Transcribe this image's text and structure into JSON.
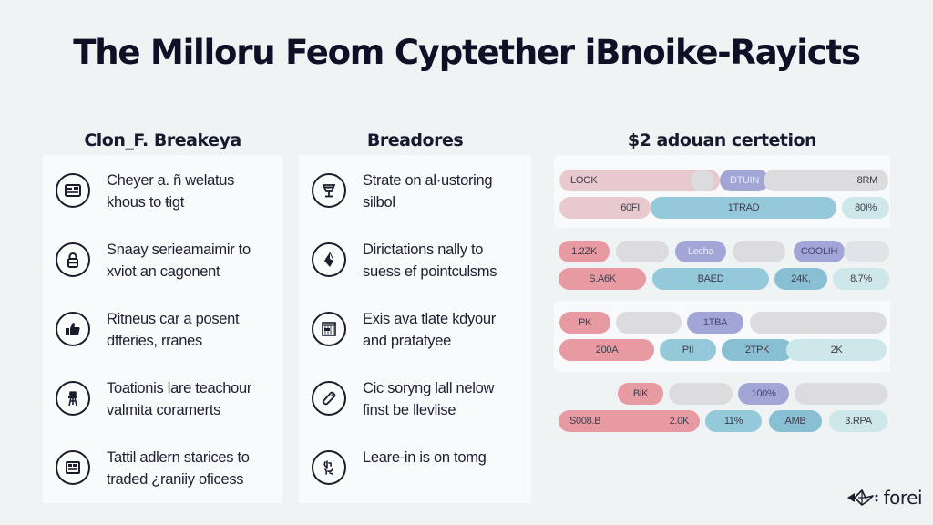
{
  "page": {
    "title": "The Milloru Feom Cyptether iBnoike-Rayicts"
  },
  "columns": {
    "left": {
      "heading": "Clon_F. Breakeya",
      "items": [
        {
          "icon": "card-icon",
          "line1": "Cheyer a. ñ welatus",
          "line2": "khous to ŧigt"
        },
        {
          "icon": "lock-icon",
          "line1": "Snaay serieamaimir to",
          "line2": "xviot an cagonent"
        },
        {
          "icon": "thumbs-up-icon",
          "line1": "Ritneus car a posent",
          "line2": "dfferies, rranes"
        },
        {
          "icon": "tower-icon",
          "line1": "Toationis lare teachour",
          "line2": "valmita coramerts"
        },
        {
          "icon": "screen-icon",
          "line1": "Tattil adlern starices to",
          "line2": "traded ¿raniiy oficess"
        }
      ]
    },
    "middle": {
      "heading": "Breadores",
      "items": [
        {
          "icon": "trophy-icon",
          "line1": "Strate on al·ustoring",
          "line2": "silbol"
        },
        {
          "icon": "ethereum-icon",
          "line1": "Dirictations nally to",
          "line2": "suess ef pointculsms"
        },
        {
          "icon": "chart-board-icon",
          "line1": "Exis ava tlate kdyour",
          "line2": "and pratatyee"
        },
        {
          "icon": "tag-icon",
          "line1": "Cic soryng lall nelow",
          "line2": "finst be llevlise"
        },
        {
          "icon": "symbol-icon",
          "line1": "Leare-in is on tomg",
          "line2": ""
        }
      ]
    },
    "right": {
      "heading": "$2 adouan certetion",
      "panels": [
        {
          "rows": [
            [
              {
                "label": "LOOK",
                "color": "pink-l"
              },
              {
                "label": "",
                "color": "gray"
              },
              {
                "label": "DTUIN",
                "color": "lav"
              },
              {
                "label": "8RM",
                "color": "gray"
              }
            ],
            [
              {
                "label": "60FI",
                "color": "pink-l"
              },
              {
                "label": "1TRAD",
                "color": "blue"
              },
              {
                "label": "80I%",
                "color": "cyan-l"
              }
            ]
          ]
        },
        {
          "rows": [
            [
              {
                "label": "1.2ZK",
                "color": "pink"
              },
              {
                "label": "",
                "color": "gray"
              },
              {
                "label": "Lecha",
                "color": "lav"
              },
              {
                "label": "",
                "color": "gray"
              },
              {
                "label": "COOLIH",
                "color": "lav"
              },
              {
                "label": "",
                "color": "gray"
              }
            ],
            [
              {
                "label": "S.A6K",
                "color": "pink"
              },
              {
                "label": "BAED",
                "color": "blue"
              },
              {
                "label": "24K.",
                "color": "blue-d"
              },
              {
                "label": "8.7%",
                "color": "cyan-l"
              }
            ]
          ]
        },
        {
          "rows": [
            [
              {
                "label": "PK",
                "color": "pink"
              },
              {
                "label": "",
                "color": "gray"
              },
              {
                "label": "1TBA",
                "color": "lav"
              },
              {
                "label": "",
                "color": "gray"
              }
            ],
            [
              {
                "label": "200A",
                "color": "pink"
              },
              {
                "label": "PII",
                "color": "blue"
              },
              {
                "label": "2TPK",
                "color": "blue-d"
              },
              {
                "label": "2K",
                "color": "cyan-l"
              }
            ]
          ]
        },
        {
          "rows": [
            [
              {
                "label": "BiK",
                "color": "pink"
              },
              {
                "label": "",
                "color": "gray"
              },
              {
                "label": "100%",
                "color": "lav"
              },
              {
                "label": "",
                "color": "gray"
              }
            ],
            [
              {
                "label": "S008.B",
                "color": "pink"
              },
              {
                "label": "2.0K",
                "color": "pink"
              },
              {
                "label": "11%",
                "color": "blue"
              },
              {
                "label": "AMB",
                "color": "blue-d"
              },
              {
                "label": "3.RPA",
                "color": "cyan-l"
              }
            ]
          ]
        }
      ]
    }
  },
  "logo": {
    "text": "forei",
    "icon": "origami-bird-icon"
  },
  "colors": {
    "background": "#eff3f4",
    "card": "#f9fafb",
    "text": "#0e1026",
    "pink": "#e89aa2",
    "pink_light": "#e8c9ce",
    "lavender": "#a2a6d6",
    "blue": "#94c9da",
    "cyan_light": "#cde7ea",
    "gray": "#dcdcdf"
  }
}
